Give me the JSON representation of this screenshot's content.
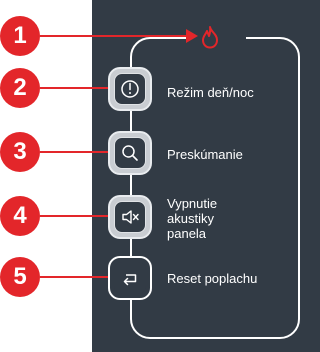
{
  "callouts": [
    "1",
    "2",
    "3",
    "4",
    "5"
  ],
  "buttons": [
    {
      "label": "Režim deň/noc",
      "icon": "clock-alert-icon"
    },
    {
      "label": "Preskúmanie",
      "icon": "search-icon"
    },
    {
      "label": "Vypnutie\nakustiky\npanela",
      "icon": "speaker-mute-icon"
    },
    {
      "label": "Reset poplachu",
      "icon": "return-icon"
    }
  ],
  "alarm_indicator": {
    "icon": "flame-icon",
    "color": "#e3262a"
  },
  "colors": {
    "panel": "#323b45",
    "callout": "#e3262a",
    "text": "#ffffff"
  }
}
